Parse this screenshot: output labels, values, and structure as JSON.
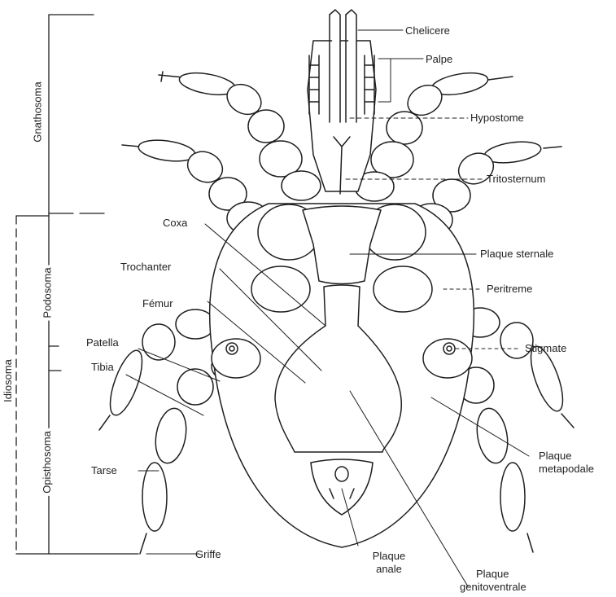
{
  "regions": {
    "gnathosoma": "Gnathosoma",
    "idiosoma": "Idiosoma",
    "podosoma": "Podosoma",
    "opisthosoma": "Opisthosoma"
  },
  "labels": {
    "chelicere": "Chelicere",
    "palpe": "Palpe",
    "hypostome": "Hypostome",
    "tritosternum": "Tritosternum",
    "coxa": "Coxa",
    "trochanter": "Trochanter",
    "femur": "Fémur",
    "patella": "Patella",
    "tibia": "Tibia",
    "tarse": "Tarse",
    "griffe": "Griffe",
    "plaque_sternale": "Plaque sternale",
    "peritreme": "Peritreme",
    "stigmate": "Stigmate",
    "plaque_metapodale_1": "Plaque",
    "plaque_metapodale_2": "metapodale",
    "plaque_anale_1": "Plaque",
    "plaque_anale_2": "anale",
    "plaque_genito_1": "Plaque",
    "plaque_genito_2": "genitoventrale"
  }
}
